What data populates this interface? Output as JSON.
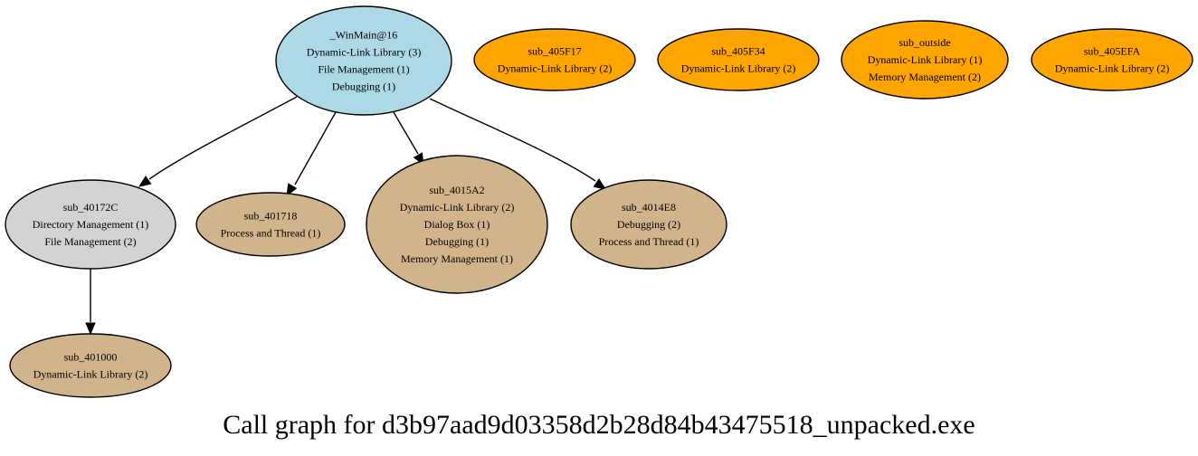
{
  "title": "Call graph for d3b97aad9d03358d2b28d84b43475518_unpacked.exe",
  "colors": {
    "main": "#add8e6",
    "gray": "#d3d3d3",
    "tan": "#d2b48c",
    "orange": "#ffa500"
  },
  "nodes": [
    {
      "id": "winmain",
      "lines": [
        "_WinMain@16",
        "Dynamic-Link Library (3)",
        "File Management (1)",
        "Debugging (1)"
      ]
    },
    {
      "id": "sub_405F17",
      "lines": [
        "sub_405F17",
        "Dynamic-Link Library (2)"
      ]
    },
    {
      "id": "sub_405F34",
      "lines": [
        "sub_405F34",
        "Dynamic-Link Library (2)"
      ]
    },
    {
      "id": "sub_outside",
      "lines": [
        "sub_outside",
        "Dynamic-Link Library (1)",
        "Memory Management (2)"
      ]
    },
    {
      "id": "sub_405EFA",
      "lines": [
        "sub_405EFA",
        "Dynamic-Link Library (2)"
      ]
    },
    {
      "id": "sub_40172C",
      "lines": [
        "sub_40172C",
        "Directory Management (1)",
        "File Management (2)"
      ]
    },
    {
      "id": "sub_401718",
      "lines": [
        "sub_401718",
        "Process and Thread (1)"
      ]
    },
    {
      "id": "sub_4015A2",
      "lines": [
        "sub_4015A2",
        "Dynamic-Link Library (2)",
        "Dialog Box (1)",
        "Debugging (1)",
        "Memory Management (1)"
      ]
    },
    {
      "id": "sub_4014E8",
      "lines": [
        "sub_4014E8",
        "Debugging (2)",
        "Process and Thread (1)"
      ]
    },
    {
      "id": "sub_401000",
      "lines": [
        "sub_401000",
        "Dynamic-Link Library (2)"
      ]
    }
  ],
  "edges": [
    {
      "from": "winmain",
      "to": "sub_40172C"
    },
    {
      "from": "winmain",
      "to": "sub_401718"
    },
    {
      "from": "winmain",
      "to": "sub_4015A2"
    },
    {
      "from": "winmain",
      "to": "sub_4014E8"
    },
    {
      "from": "sub_40172C",
      "to": "sub_401000"
    }
  ]
}
